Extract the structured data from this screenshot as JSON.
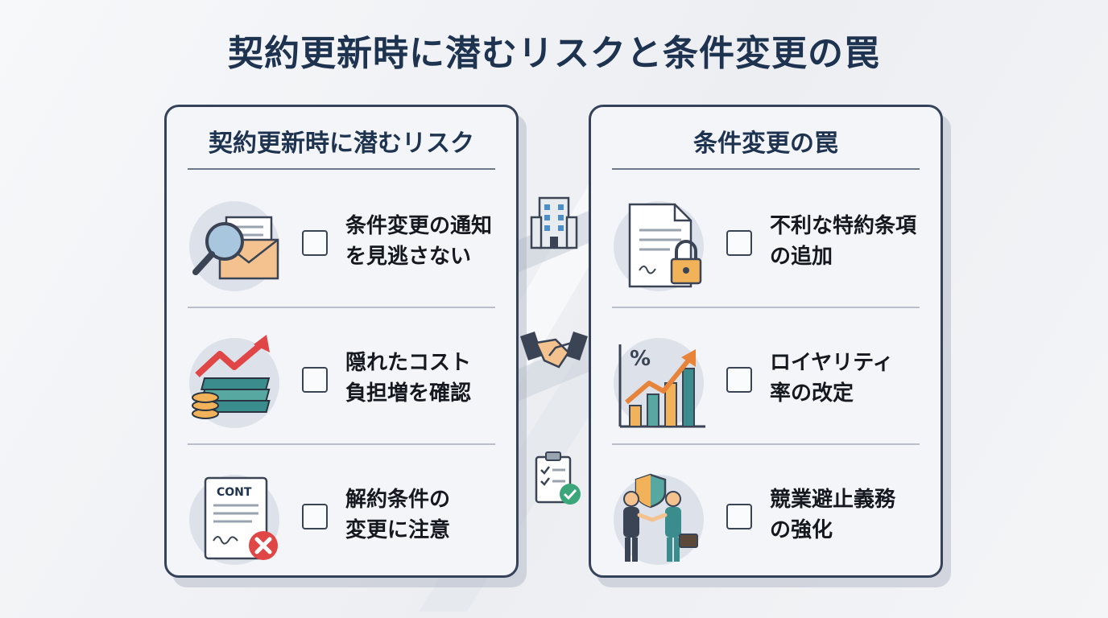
{
  "title": "契約更新時に潜むリスクと条件変更の罠",
  "left_panel": {
    "heading": "契約更新時に潜むリスク",
    "items": [
      {
        "line1": "条件変更の通知",
        "line2": "を見逃さない",
        "icon": "envelope-magnifier-icon"
      },
      {
        "line1": "隠れたコスト",
        "line2": "負担増を確認",
        "icon": "money-rising-arrow-icon"
      },
      {
        "line1": "解約条件の",
        "line2": "変更に注意",
        "icon": "contract-rejected-icon",
        "icon_text": "CONT"
      }
    ]
  },
  "right_panel": {
    "heading": "条件変更の罠",
    "items": [
      {
        "line1": "不利な特約条項",
        "line2": "の追加",
        "icon": "locked-document-icon"
      },
      {
        "line1": "ロイヤリティ",
        "line2": "率の改定",
        "icon": "percent-growth-chart-icon",
        "icon_text": "%"
      },
      {
        "line1": "競業避止義務",
        "line2": "の強化",
        "icon": "handshake-shield-people-icon"
      }
    ]
  },
  "center_icons": [
    "office-building-icon",
    "handshake-icon",
    "checklist-icon"
  ],
  "colors": {
    "navy": "#1e3350",
    "border": "#34425a",
    "orange": "#e8833a",
    "teal": "#3b8c8c",
    "red": "#e04646",
    "green": "#3aa67a"
  }
}
